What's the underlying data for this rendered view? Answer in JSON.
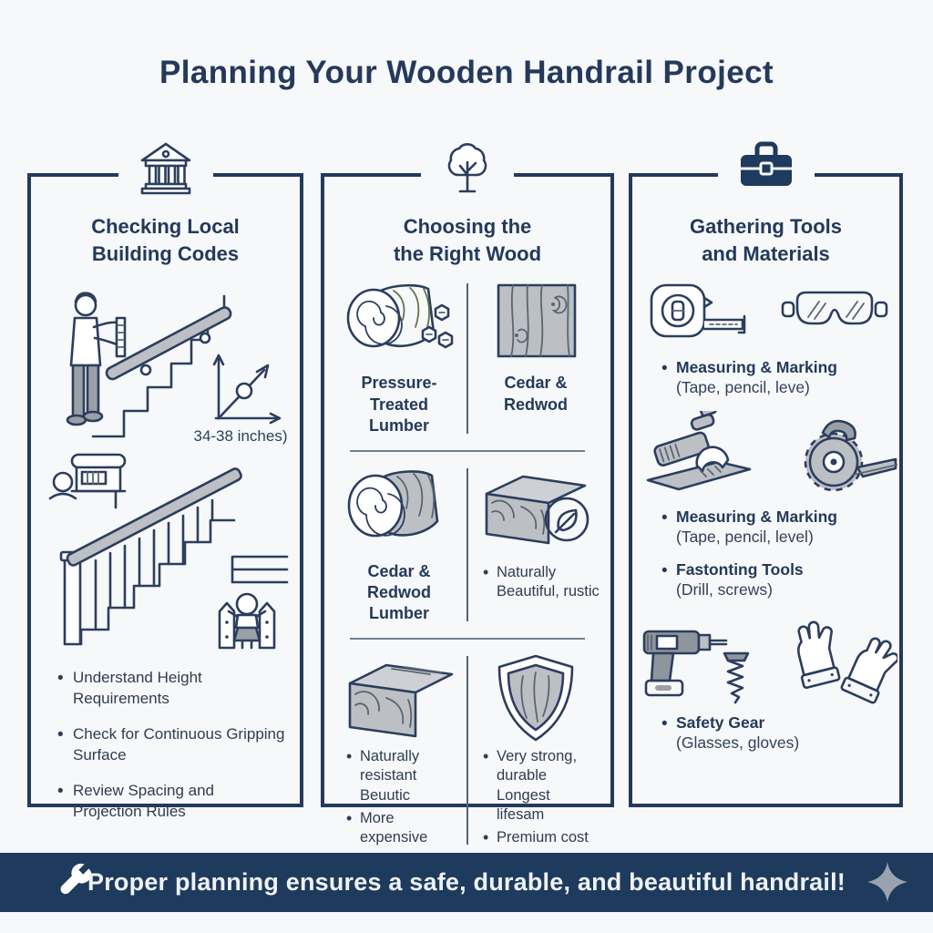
{
  "page_title": "Planning Your Wooden Handrail Project",
  "colors": {
    "navy": "#24395b",
    "footer_bg": "#1e3a5c",
    "treated_green": "#8b9a6d",
    "wood_gray": "#bcc0c5",
    "star_gray": "#9aa3ad"
  },
  "columns": {
    "codes": {
      "icon": "bank-icon",
      "title_line1": "Checking Local",
      "title_line2": "Building Codes",
      "chart_label": "34-38 inches)",
      "bullets": [
        {
          "text": "Understand Height Requirements"
        },
        {
          "text": "Check for Continuous Gripping Surface"
        },
        {
          "text": "Review Spacing and Projection Rules"
        }
      ]
    },
    "wood": {
      "icon": "tree-icon",
      "title_line1": "Choosing the",
      "title_line2": "the Right Wood",
      "row1": {
        "left_label_line1": "Pressure-Treated",
        "left_label_line2": "Lumber",
        "right_label_line1": "Cedar &",
        "right_label_line2": "Redwod"
      },
      "row2": {
        "left_label_line1": "Cedar & Redwod",
        "left_label_line2": "Lumber",
        "right_bullet_line1": "Naturally",
        "right_bullet_line2": "Beautiful, rustic"
      },
      "row3": {
        "left_bullets": [
          {
            "text": "Naturally resistant Beuutic"
          },
          {
            "text": "More expensive"
          }
        ],
        "right_bullets": [
          {
            "text": "Very strong, durable Longest lifesam"
          },
          {
            "text": "Premium cost"
          }
        ]
      }
    },
    "tools": {
      "icon": "toolbox-icon",
      "title_line1": "Gathering Tools",
      "title_line2": "and Materials",
      "items": [
        {
          "title": "Measuring & Marking",
          "sub": "(Tape, pencil, leve)"
        },
        {
          "title": "Measuring & Marking",
          "sub": "(Tape, pencil, level)"
        },
        {
          "title": "Fastonting Tools",
          "sub": "(Drill, screws)"
        },
        {
          "title": "Safety Gear",
          "sub": "(Glasses, gloves)"
        }
      ]
    }
  },
  "footer": {
    "message": "Proper planning ensures a safe, durable, and beautiful handrail!",
    "left_icon": "wrench-icon",
    "right_icon": "sparkle-icon"
  }
}
